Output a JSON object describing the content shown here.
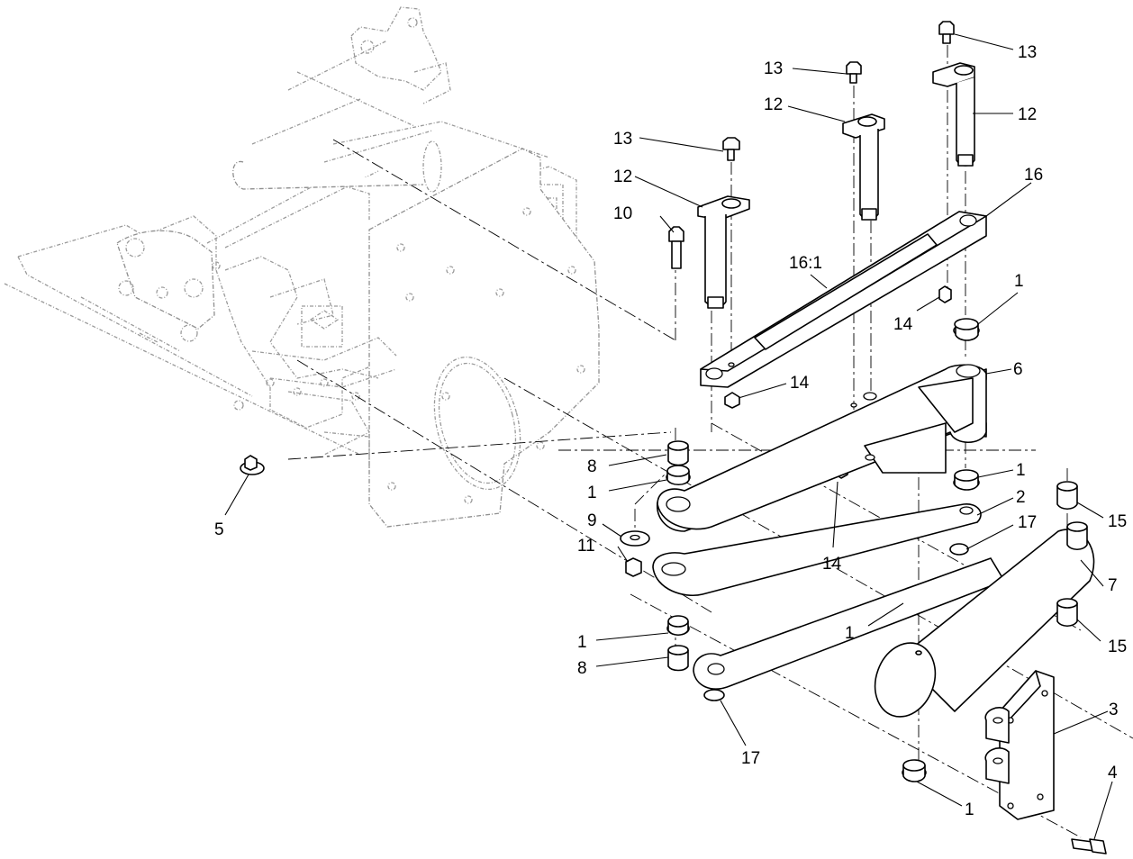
{
  "callouts": {
    "c1a": "1",
    "c1b": "1",
    "c1c": "1",
    "c1d": "1",
    "c1e": "1",
    "c1f": "1",
    "c2": "2",
    "c3": "3",
    "c4": "4",
    "c5": "5",
    "c6": "6",
    "c7": "7",
    "c8a": "8",
    "c8b": "8",
    "c9": "9",
    "c10": "10",
    "c11": "11",
    "c12a": "12",
    "c12b": "12",
    "c12c": "12",
    "c13a": "13",
    "c13b": "13",
    "c13c": "13",
    "c14a": "14",
    "c14b": "14",
    "c14c": "14",
    "c15a": "15",
    "c15b": "15",
    "c16": "16",
    "c16_1": "16:1",
    "c17a": "17",
    "c17b": "17"
  }
}
